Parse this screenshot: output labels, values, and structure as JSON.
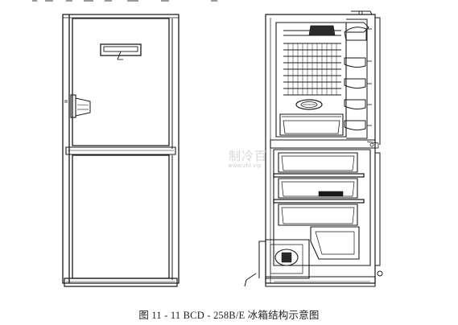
{
  "figure": {
    "caption": "图 11 - 11   BCD - 258B/E 冰箱结构示意图"
  },
  "watermark": {
    "brand": "制冷百",
    "url": "www.zhl.vip"
  }
}
